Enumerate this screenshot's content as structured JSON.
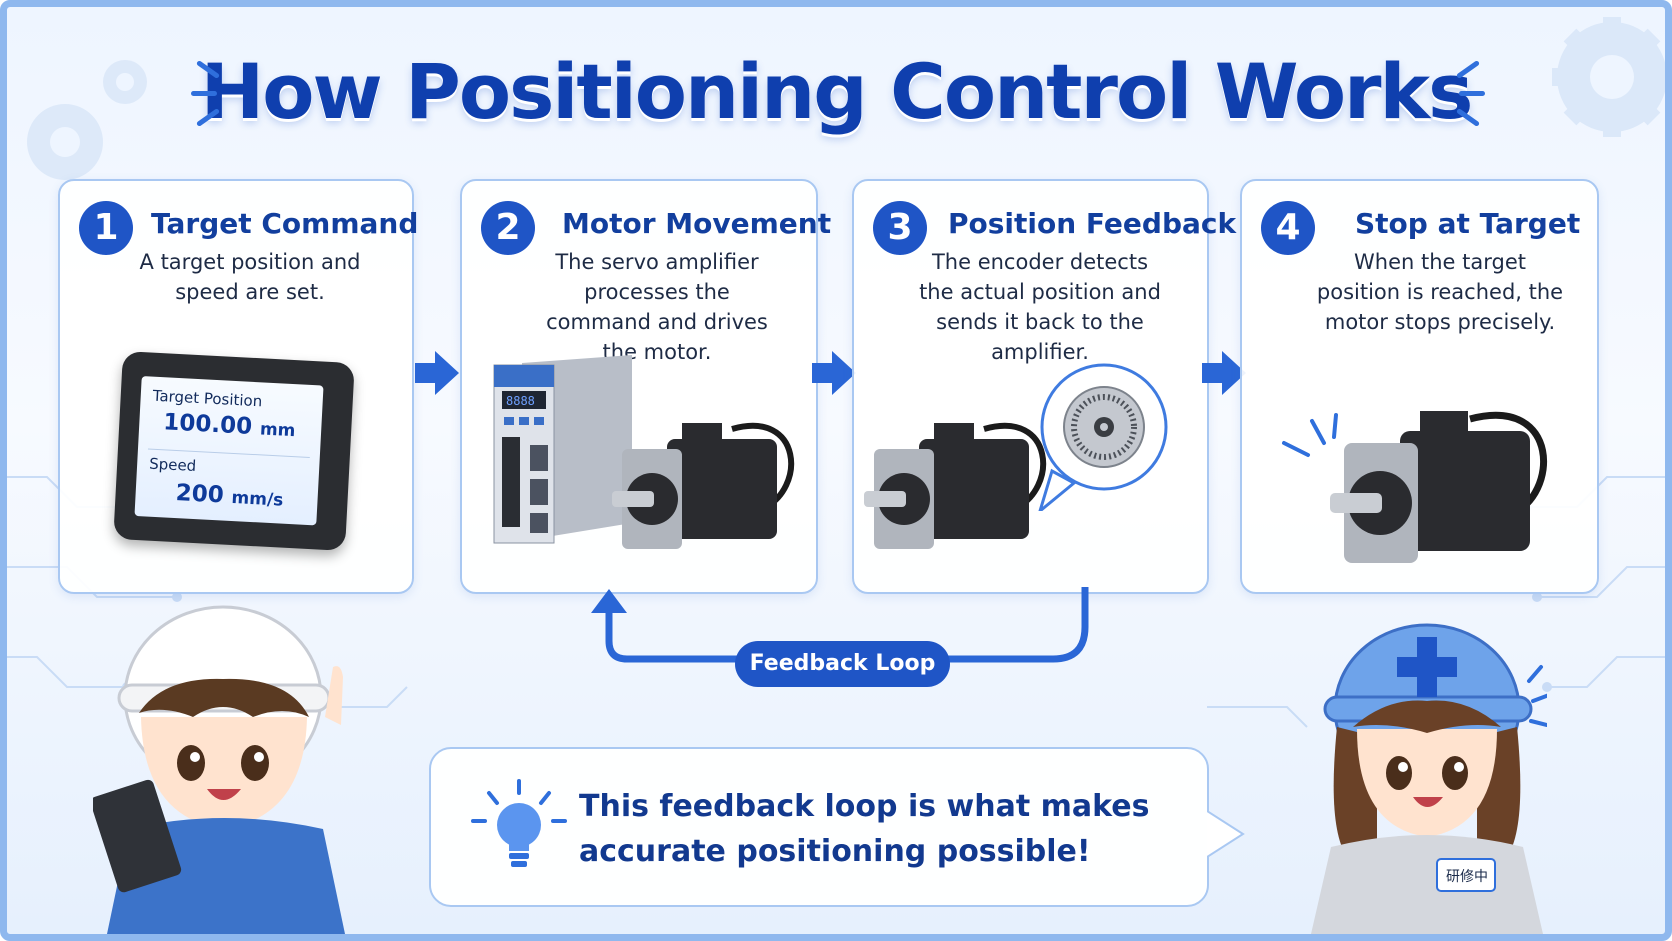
{
  "title": "How Positioning Control Works",
  "steps": [
    {
      "number": "1",
      "title": "Target Command",
      "description": "A target position and speed are set."
    },
    {
      "number": "2",
      "title": "Motor Movement",
      "description": "The servo amplifier processes the command and drives the motor."
    },
    {
      "number": "3",
      "title": "Position Feedback",
      "description": "The encoder detects the actual position and sends it back to the amplifier."
    },
    {
      "number": "4",
      "title": "Stop at Target",
      "description": "When the target position is reached, the motor stops precisely."
    }
  ],
  "panel": {
    "target_label": "Target Position",
    "target_value": "100.00",
    "target_unit": "mm",
    "speed_label": "Speed",
    "speed_value": "200",
    "speed_unit": "mm/s"
  },
  "amplifier_display": "8888",
  "feedback_loop_label": "Feedback Loop",
  "note": "This feedback loop is what makes accurate positioning possible!",
  "badge_text": "研修中",
  "colors": {
    "primary": "#1f55c6",
    "title": "#0f3fae",
    "card_border": "#a9c8f2",
    "background": "#eef5ff"
  }
}
